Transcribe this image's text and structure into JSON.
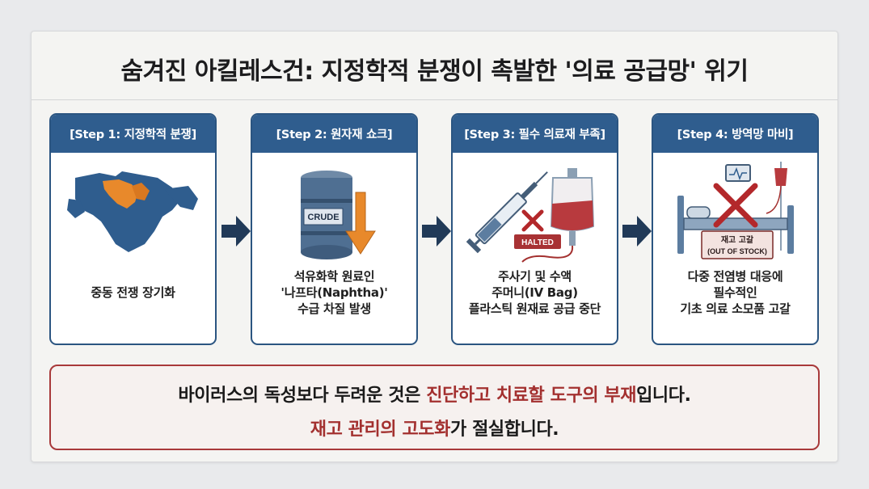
{
  "title": "숨겨진 아킬레스건: 지정학적 분쟁이 촉발한 '의료 공급망' 위기",
  "steps": [
    {
      "header": "[Step 1: 지정학적 분쟁]",
      "icon": "middle-east-map-icon",
      "lines": [
        "중동 전쟁 장기화"
      ]
    },
    {
      "header": "[Step 2: 원자재 쇼크]",
      "icon": "crude-barrel-icon",
      "barrel_label": "CRUDE",
      "lines": [
        "석유화학 원료인",
        "'나프타(Naphtha)'",
        "수급 차질 발생"
      ]
    },
    {
      "header": "[Step 3: 필수 의료재 부족]",
      "icon": "syringe-iv-bag-icon",
      "badge": "HALTED",
      "lines": [
        "주사기 및 수액",
        "주머니(IV Bag)",
        "플라스틱 원재료 공급 중단"
      ]
    },
    {
      "header": "[Step 4: 방역망 마비]",
      "icon": "hospital-bed-icon",
      "sign_line1": "재고 고갈",
      "sign_line2": "(OUT OF STOCK)",
      "lines": [
        "다중 전염병 대응에",
        "필수적인",
        "기초 의료 소모품 고갈"
      ]
    }
  ],
  "message": {
    "line1_a": "바이러스의 독성보다 두려운 것은 ",
    "line1_b": "진단하고 치료할 도구의 부재",
    "line1_c": "입니다.",
    "line2_a": "재고 관리의 고도화",
    "line2_b": "가 절실합니다."
  },
  "colors": {
    "header_blue": "#2f5d8e",
    "accent_red": "#a3302f",
    "orange": "#e8892b"
  }
}
